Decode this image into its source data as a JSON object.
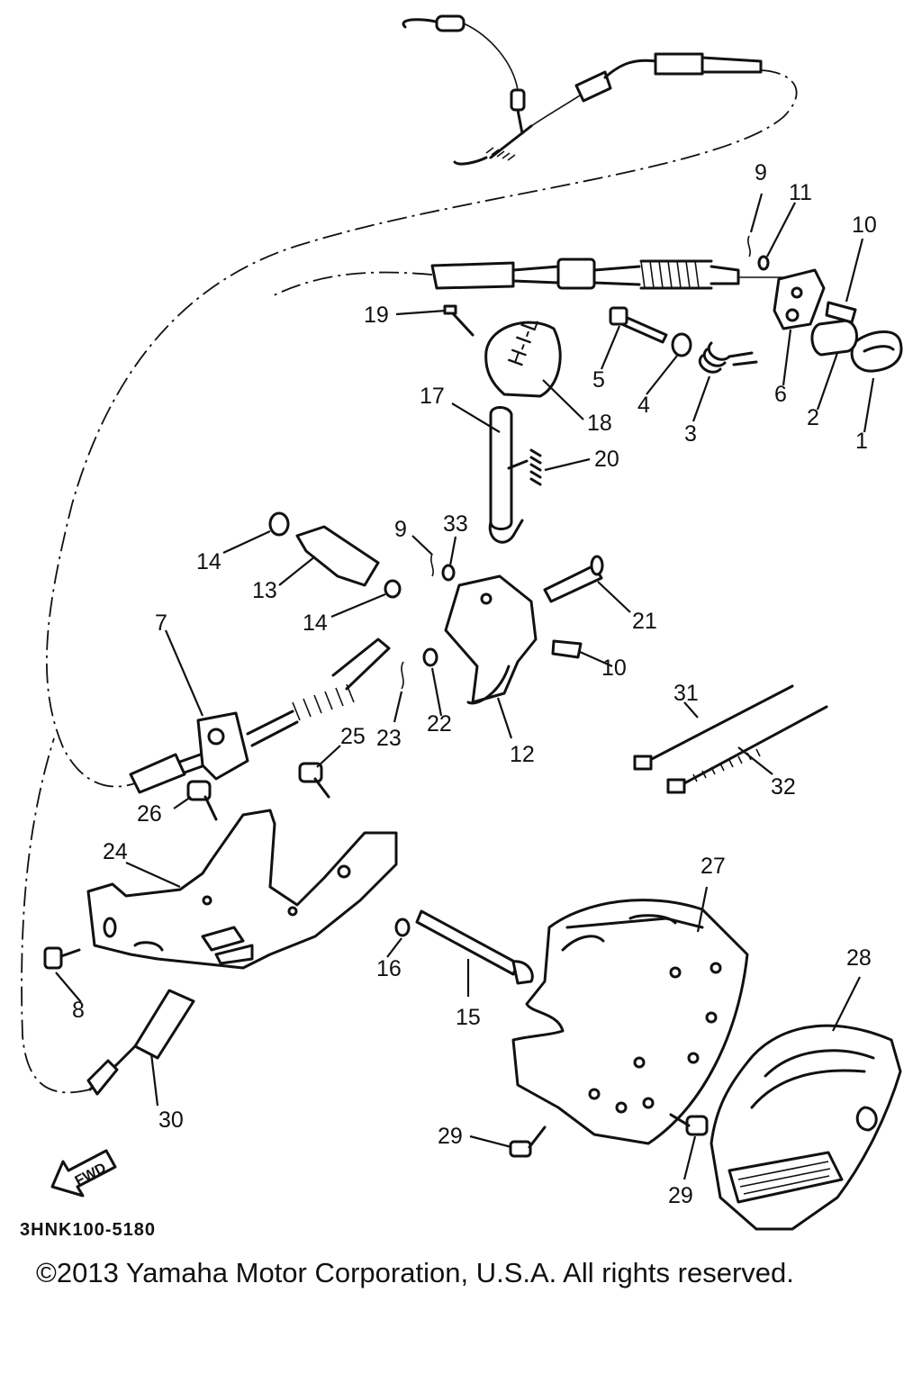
{
  "diagram": {
    "document_code": "3HNK100-5180",
    "copyright": "©2013 Yamaha Motor Corporation, U.S.A. All rights reserved.",
    "direction_label": "FWD",
    "shift_knob_text": "H-I-L",
    "callouts": {
      "p1": "1",
      "p2": "2",
      "p3": "3",
      "p4": "4",
      "p5": "5",
      "p6": "6",
      "p7": "7",
      "p8": "8",
      "p9a": "9",
      "p9b": "9",
      "p10a": "10",
      "p10b": "10",
      "p11": "11",
      "p12": "12",
      "p13": "13",
      "p14a": "14",
      "p14b": "14",
      "p15": "15",
      "p16": "16",
      "p17": "17",
      "p18": "18",
      "p19": "19",
      "p20": "20",
      "p21": "21",
      "p22": "22",
      "p23": "23",
      "p24": "24",
      "p25": "25",
      "p26": "26",
      "p27": "27",
      "p28": "28",
      "p29a": "29",
      "p29b": "29",
      "p30": "30",
      "p31": "31",
      "p32": "32",
      "p33": "33"
    }
  }
}
